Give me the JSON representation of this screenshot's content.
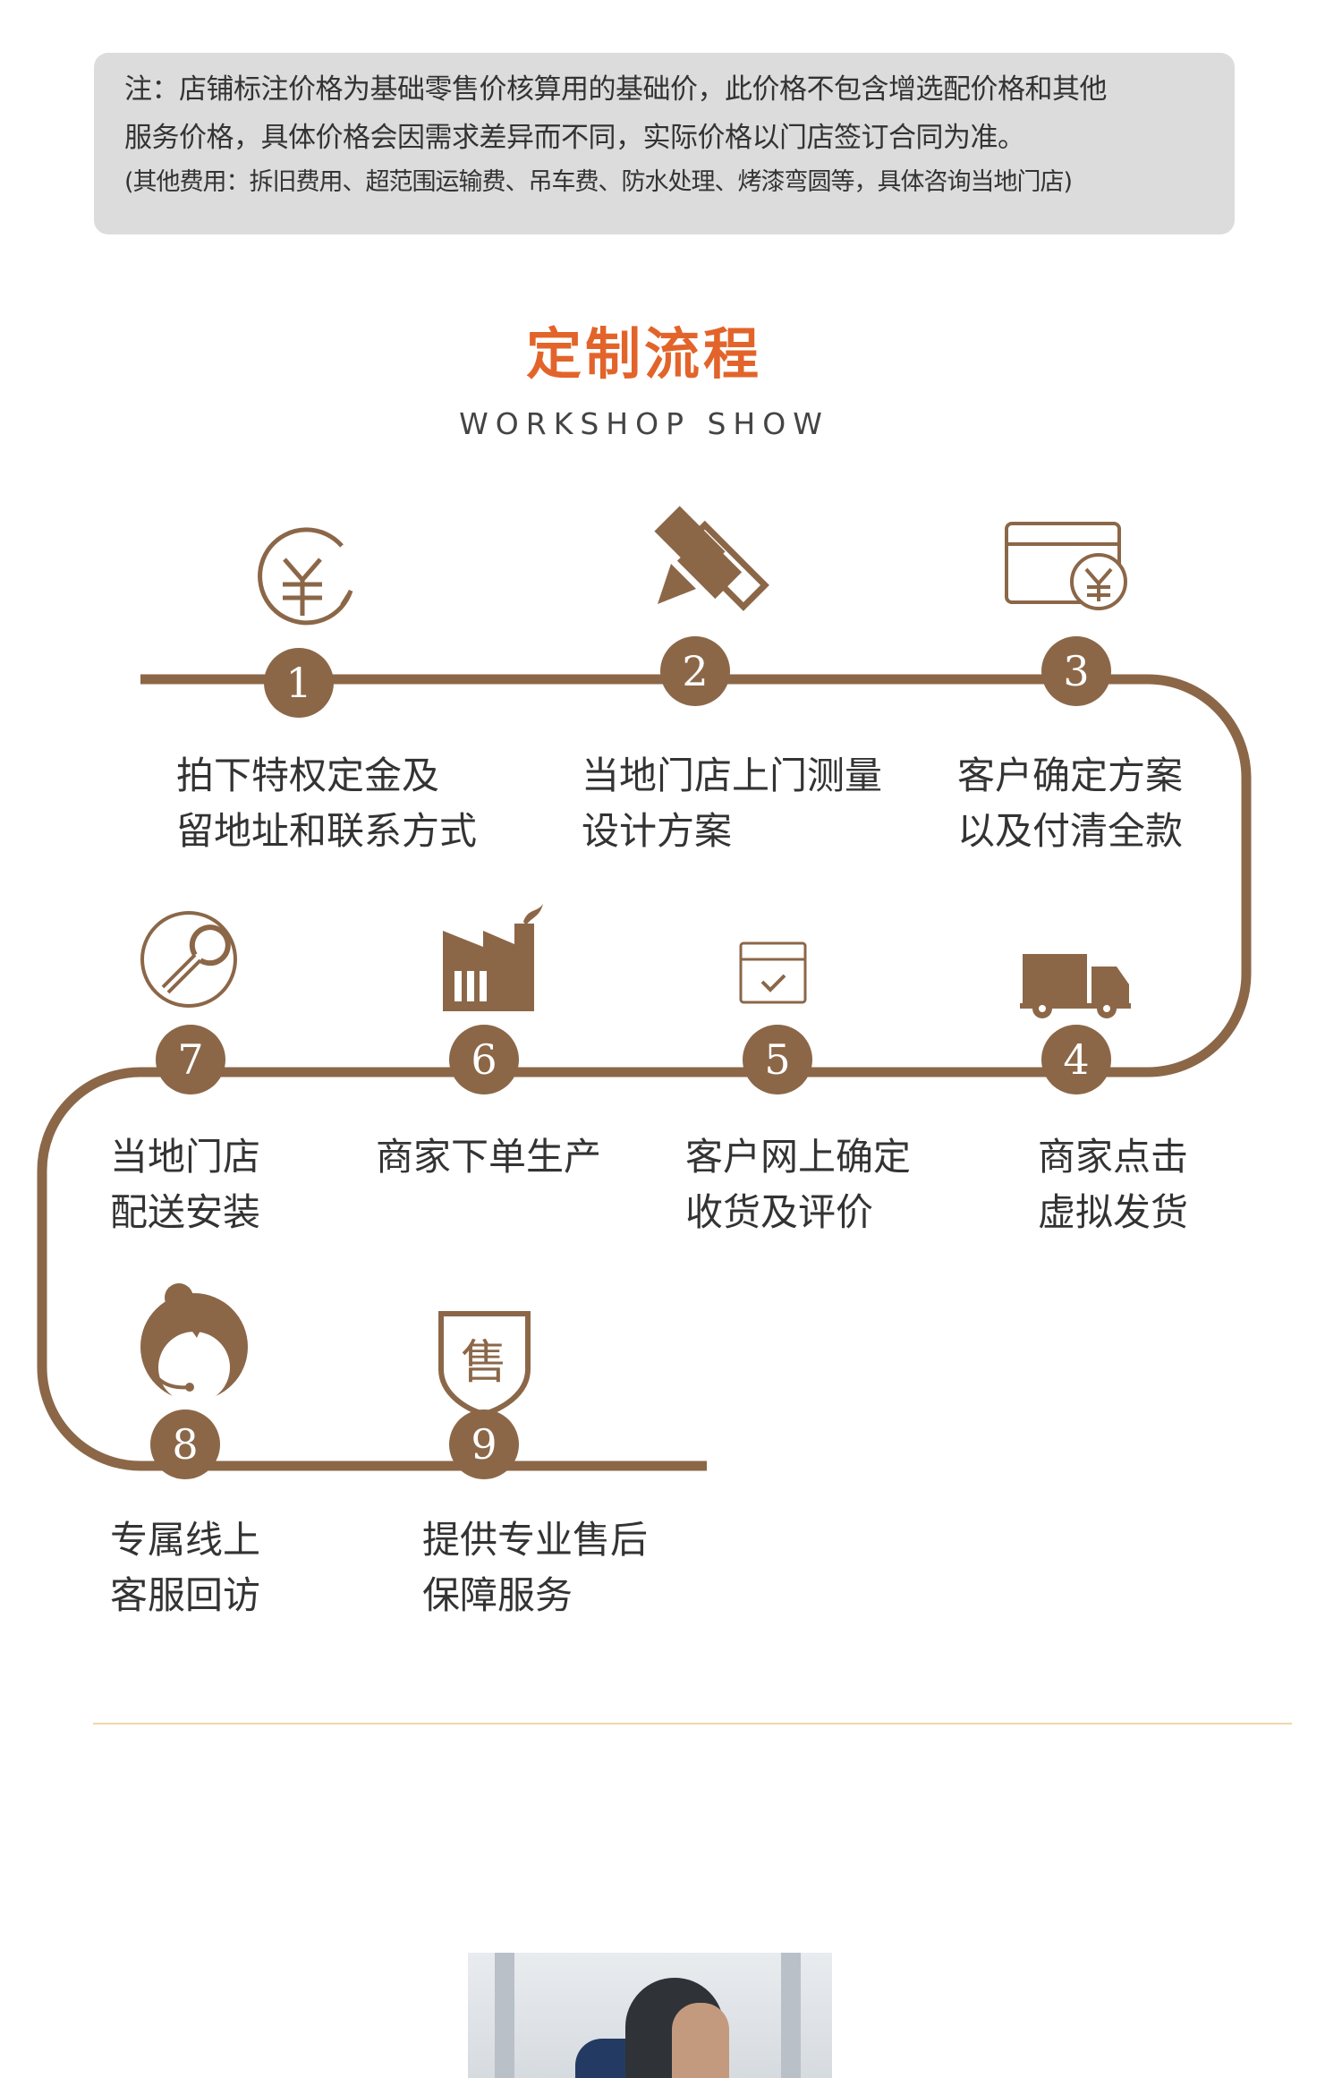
{
  "notice": {
    "line1": "注：店铺标注价格为基础零售价核算用的基础价，此价格不包含增选配价格和其他",
    "line2": "服务价格，具体价格会因需求差异而不同，实际价格以门店签订合同为准。",
    "line3": "(其他费用：拆旧费用、超范围运输费、吊车费、防水处理、烤漆弯圆等，具体咨询当地门店)"
  },
  "section": {
    "title": "定制流程",
    "subtitle": "WORKSHOP SHOW"
  },
  "colors": {
    "accent": "#8b6748",
    "title": "#e2642a",
    "notice_bg": "#dcdcdc"
  },
  "steps": [
    {
      "number": "1",
      "icon": "yuan-coin-icon",
      "line1": "拍下特权定金及",
      "line2": "留地址和联系方式"
    },
    {
      "number": "2",
      "icon": "pencil-ruler-icon",
      "line1": "当地门店上门测量",
      "line2": "设计方案"
    },
    {
      "number": "3",
      "icon": "card-payment-icon",
      "line1": "客户确定方案",
      "line2": "以及付清全款"
    },
    {
      "number": "4",
      "icon": "truck-icon",
      "line1": "商家点击",
      "line2": "虚拟发货"
    },
    {
      "number": "5",
      "icon": "calendar-check-icon",
      "line1": "客户网上确定",
      "line2": "收货及评价"
    },
    {
      "number": "6",
      "icon": "factory-icon",
      "line1": "商家下单生产",
      "line2": ""
    },
    {
      "number": "7",
      "icon": "wrench-icon",
      "line1": "当地门店",
      "line2": "配送安装"
    },
    {
      "number": "8",
      "icon": "customer-service-icon",
      "line1": "专属线上",
      "line2": "客服回访"
    },
    {
      "number": "9",
      "icon": "after-sales-badge-icon",
      "line1": "提供专业售后",
      "line2": "保障服务"
    }
  ],
  "after_sales_badge_char": "售"
}
